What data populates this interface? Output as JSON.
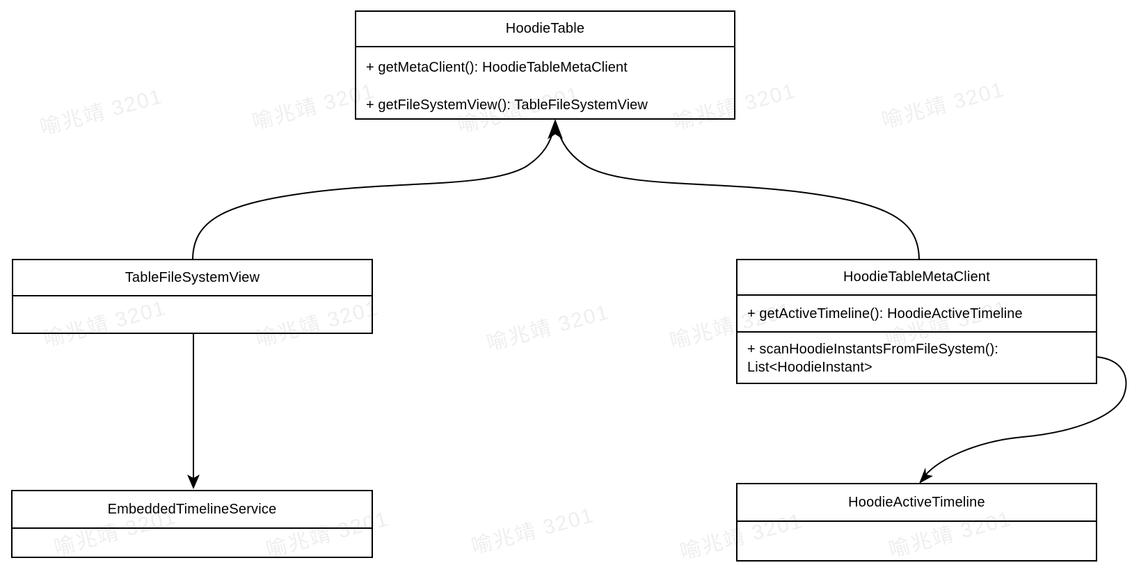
{
  "diagram": {
    "type": "uml-class-diagram",
    "classes": {
      "hoodie_table": {
        "name": "HoodieTable",
        "methods": [
          "+ getMetaClient(): HoodieTableMetaClient",
          "+ getFileSystemView(): TableFileSystemView"
        ]
      },
      "table_file_system_view": {
        "name": "TableFileSystemView",
        "methods": []
      },
      "hoodie_table_meta_client": {
        "name": "HoodieTableMetaClient",
        "methods": [
          "+ getActiveTimeline(): HoodieActiveTimeline",
          "+ scanHoodieInstantsFromFileSystem(): List<HoodieInstant>"
        ]
      },
      "embedded_timeline_service": {
        "name": "EmbeddedTimelineService",
        "methods": []
      },
      "hoodie_active_timeline": {
        "name": "HoodieActiveTimeline",
        "methods": []
      }
    },
    "relationships": [
      {
        "from": "TableFileSystemView",
        "to": "HoodieTable",
        "style": "curved",
        "arrowhead": "solid-triangle"
      },
      {
        "from": "HoodieTableMetaClient",
        "to": "HoodieTable",
        "style": "curved",
        "arrowhead": "solid-triangle"
      },
      {
        "from": "TableFileSystemView",
        "to": "EmbeddedTimelineService",
        "style": "straight",
        "arrowhead": "solid-triangle"
      },
      {
        "from": "HoodieTableMetaClient",
        "to": "HoodieActiveTimeline",
        "style": "curved",
        "arrowhead": "solid-triangle"
      }
    ]
  },
  "watermark": {
    "text": "喻兆靖 3201"
  },
  "colors": {
    "stroke": "#000000",
    "text": "#000000",
    "background": "#ffffff",
    "watermark": "rgba(0,0,0,0.065)"
  }
}
